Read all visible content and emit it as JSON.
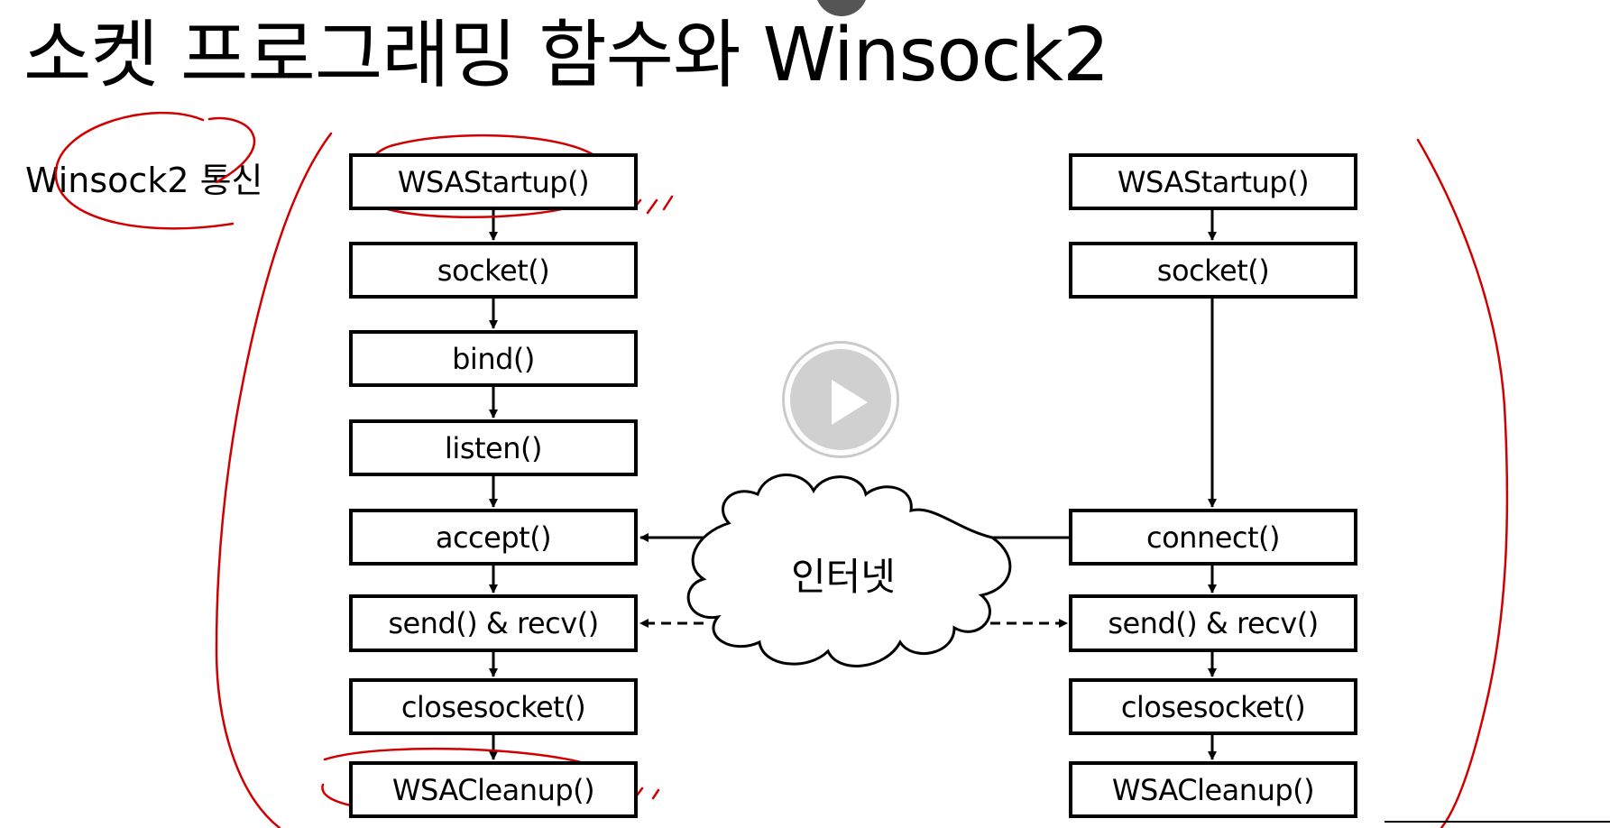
{
  "title": "소켓 프로그래밍 함수와 Winsock2",
  "subtitle": "Winsock2 통신",
  "server_steps": [
    "WSAStartup()",
    "socket()",
    "bind()",
    "listen()",
    "accept()",
    "send() & recv()",
    "closesocket()",
    "WSACleanup()"
  ],
  "client_steps": [
    "WSAStartup()",
    "socket()",
    "connect()",
    "send() & recv()",
    "closesocket()",
    "WSACleanup()"
  ],
  "cloud_label": "인터넷",
  "colors": {
    "annotation": "#d00000",
    "line": "#000000"
  }
}
